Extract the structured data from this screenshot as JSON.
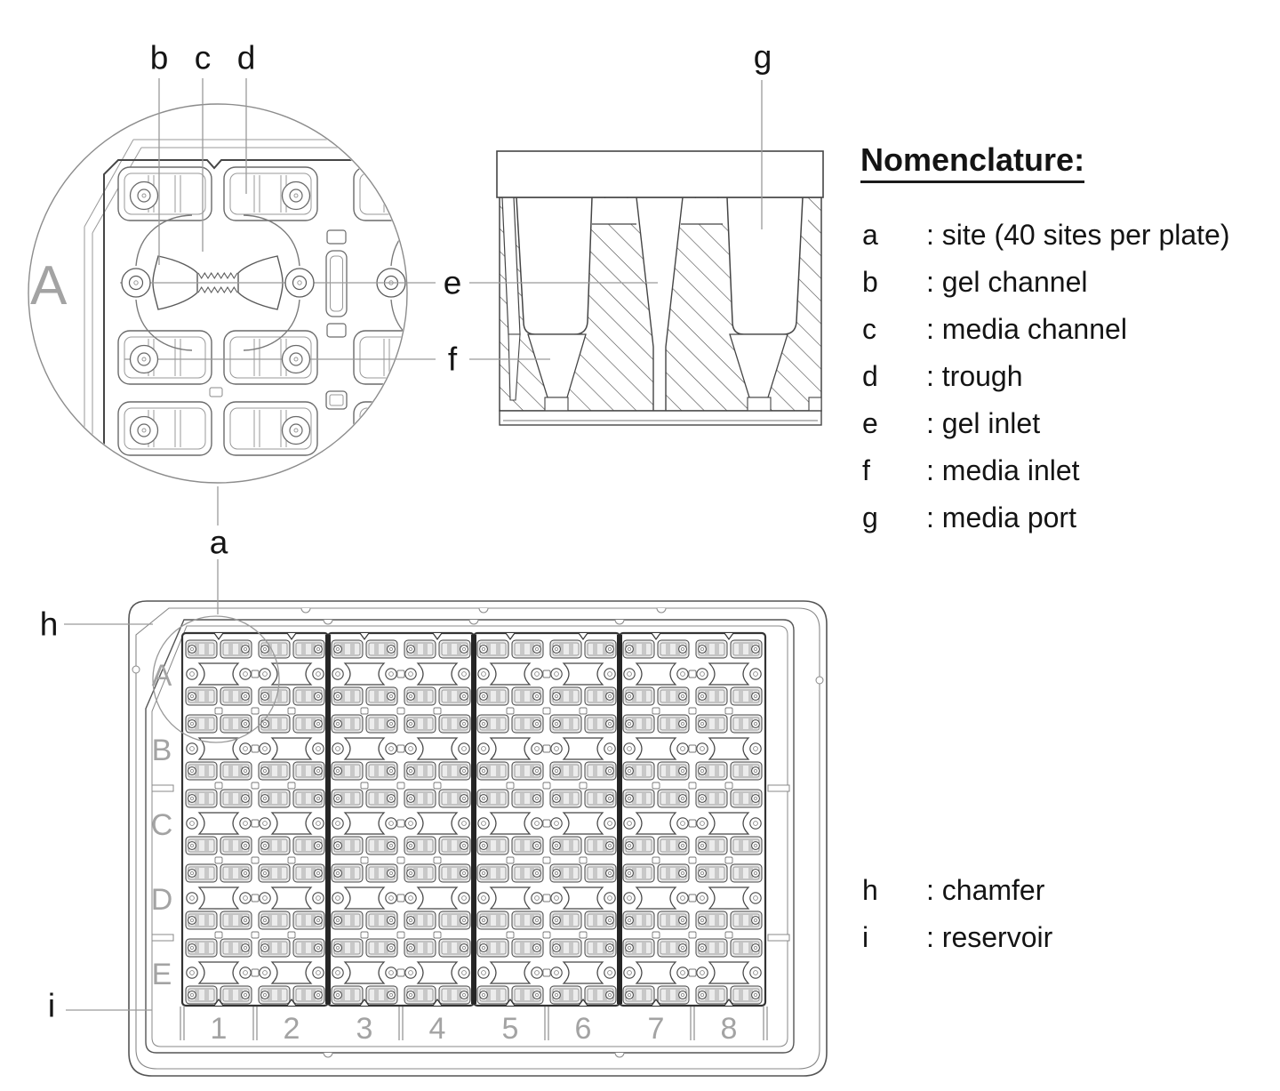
{
  "callouts": {
    "a": "a",
    "b": "b",
    "c": "c",
    "d": "d",
    "e": "e",
    "f": "f",
    "g": "g",
    "h": "h",
    "i": "i"
  },
  "nomenclature": {
    "heading": "Nomenclature:",
    "items": [
      {
        "key": "a",
        "def": ": site (40 sites per plate)"
      },
      {
        "key": "b",
        "def": ": gel channel"
      },
      {
        "key": "c",
        "def": ": media channel"
      },
      {
        "key": "d",
        "def": ": trough"
      },
      {
        "key": "e",
        "def": ": gel inlet"
      },
      {
        "key": "f",
        "def": ": media inlet"
      },
      {
        "key": "g",
        "def": ": media port"
      }
    ],
    "items2": [
      {
        "key": "h",
        "def": ": chamfer"
      },
      {
        "key": "i",
        "def": ": reservoir"
      }
    ]
  },
  "plate": {
    "row_labels": [
      "A",
      "B",
      "C",
      "D",
      "E"
    ],
    "col_labels": [
      "1",
      "2",
      "3",
      "4",
      "5",
      "6",
      "7",
      "8"
    ]
  },
  "colors": {
    "line": "#454545",
    "detail_line": "#6a6a6a",
    "light_line": "#9a9a9a",
    "leader": "#9a9a9a",
    "engraved": "#a3a3a3",
    "hatch": "#4d4d4d",
    "trough_fill": "#ececec",
    "slot_fill": "#c8c8c8",
    "divider": "#262626",
    "text": "#141414"
  }
}
